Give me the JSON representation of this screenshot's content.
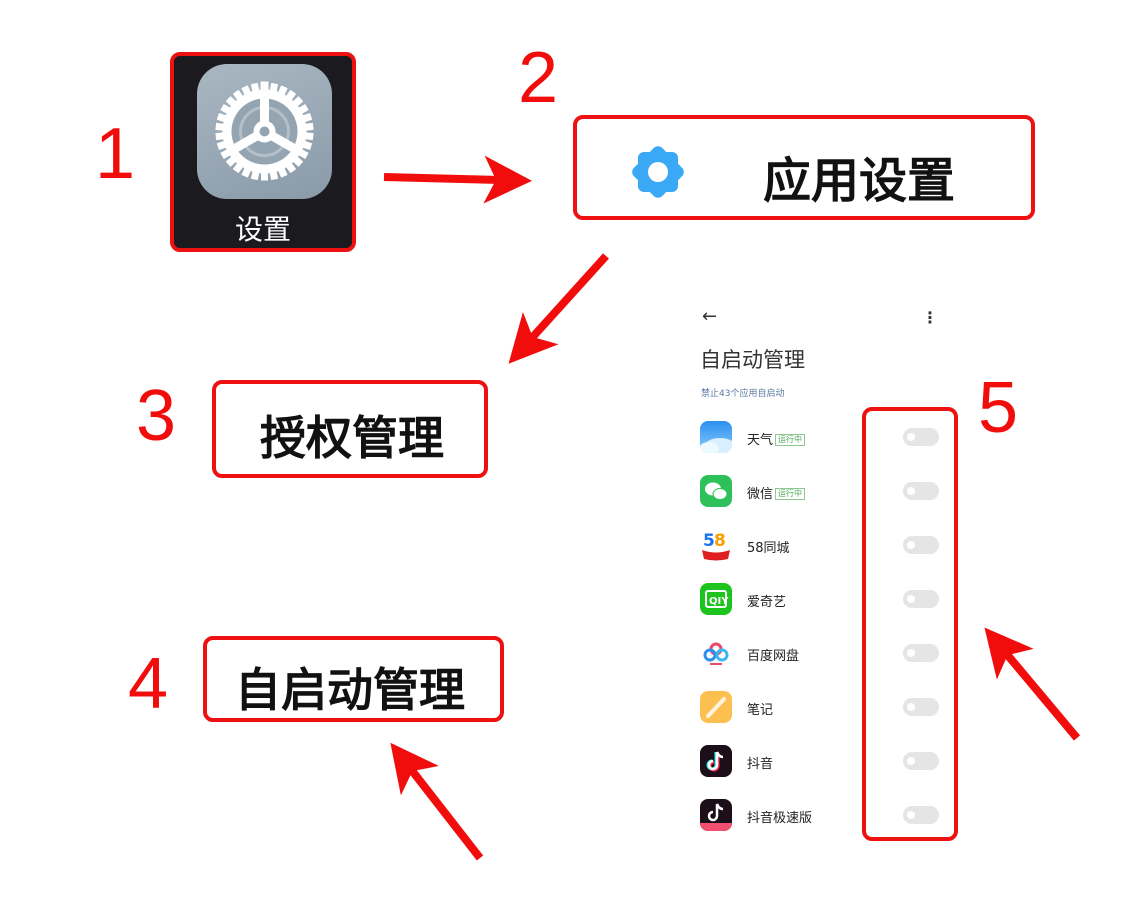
{
  "steps": [
    {
      "number": "1",
      "label": "设置",
      "icon": "settings-gear-icon"
    },
    {
      "number": "2",
      "label": "应用设置",
      "icon": "blue-gear-icon"
    },
    {
      "number": "3",
      "label": "授权管理"
    },
    {
      "number": "4",
      "label": "自启动管理"
    },
    {
      "number": "5"
    }
  ],
  "phone": {
    "back_icon": "←",
    "more_icon": "⋮",
    "title": "自启动管理",
    "subtitle": "禁止43个应用自启动",
    "apps": [
      {
        "name": "天气",
        "badge": "运行中",
        "icon": "weather-icon",
        "enabled": false
      },
      {
        "name": "微信",
        "badge": "运行中",
        "icon": "wechat-icon",
        "enabled": false
      },
      {
        "name": "58同城",
        "badge": "",
        "icon": "58-icon",
        "enabled": false
      },
      {
        "name": "爱奇艺",
        "badge": "",
        "icon": "iqiyi-icon",
        "enabled": false
      },
      {
        "name": "百度网盘",
        "badge": "",
        "icon": "baidu-netdisk-icon",
        "enabled": false
      },
      {
        "name": "笔记",
        "badge": "",
        "icon": "notes-icon",
        "enabled": false
      },
      {
        "name": "抖音",
        "badge": "",
        "icon": "douyin-icon",
        "enabled": false
      },
      {
        "name": "抖音极速版",
        "badge": "",
        "icon": "douyin-lite-icon",
        "enabled": false
      }
    ]
  },
  "colors": {
    "annotation_red": "#ee1111",
    "accent_blue": "#3aa8f5"
  }
}
